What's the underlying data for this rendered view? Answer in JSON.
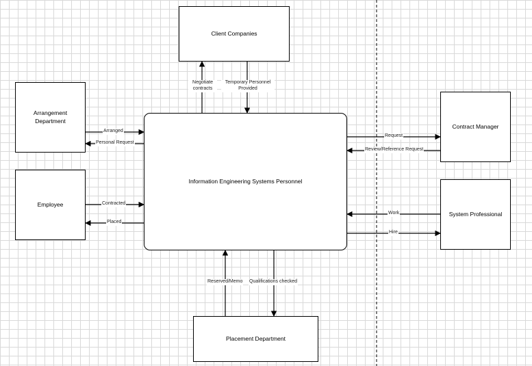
{
  "nodes": {
    "client": "Client Companies",
    "arrangement": "Arrangement\nDepartment",
    "employee": "Employee",
    "main": "Information Engineering Systems Personnel",
    "contract": "Contract Manager",
    "system": "System Professional",
    "placement": "Placement Department"
  },
  "edges": {
    "negotiate": "Negotiate\ncontracts",
    "temporary": "Temporary Personnel\nProvided",
    "arranged": "Arranged",
    "personal_request": "Personal Request",
    "contracted": "Contracted",
    "placed": "Placed",
    "request": "Request",
    "review": "Review/Reference Request",
    "work": "Work",
    "hire": "Hire",
    "reserved": "Reserved/Memo",
    "qualifications": "Qualifications checked"
  }
}
